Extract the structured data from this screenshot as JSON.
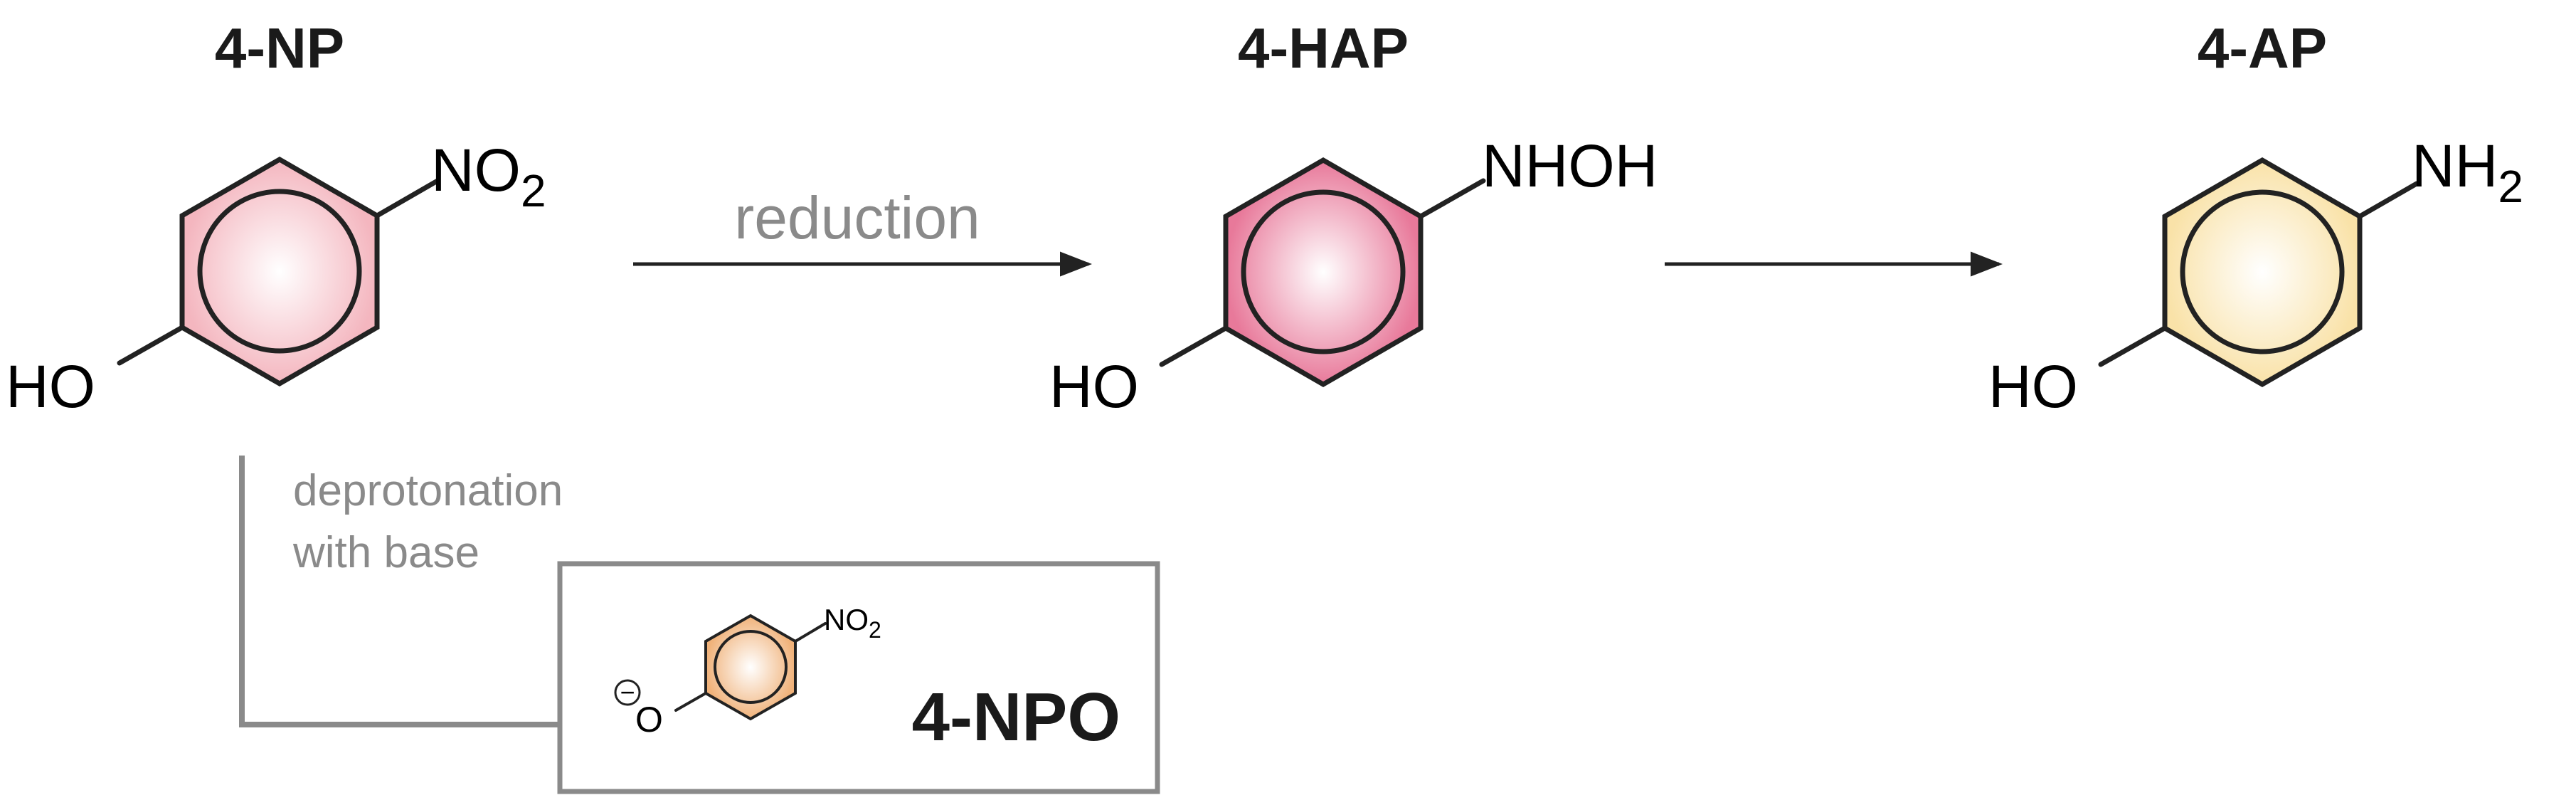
{
  "compounds": {
    "np": {
      "name": "4-NP",
      "substituent_main": "NO",
      "substituent_sub": "2",
      "hydroxyl": "HO",
      "fill_color": "#f4b6bf"
    },
    "hap": {
      "name": "4-HAP",
      "substituent_main": "NHOH",
      "hydroxyl": "HO",
      "fill_color": "#e8799a"
    },
    "ap": {
      "name": "4-AP",
      "substituent_main": "NH",
      "substituent_sub": "2",
      "hydroxyl": "HO",
      "fill_color": "#f9e2a8"
    },
    "npo": {
      "name": "4-NPO",
      "substituent_main": "NO",
      "substituent_sub": "2",
      "oxygen": "O",
      "charge_symbol": "−",
      "fill_color": "#f0b27a"
    }
  },
  "reactions": {
    "step1_label": "reduction",
    "step2_label": "",
    "deprotonation_line1": "deprotonation",
    "deprotonation_line2": "with base"
  },
  "colors": {
    "ring_stroke": "#222222",
    "label_grey": "#8a8a8a",
    "connector_grey": "#8a8a8a",
    "name_text": "#1a1a1a"
  }
}
